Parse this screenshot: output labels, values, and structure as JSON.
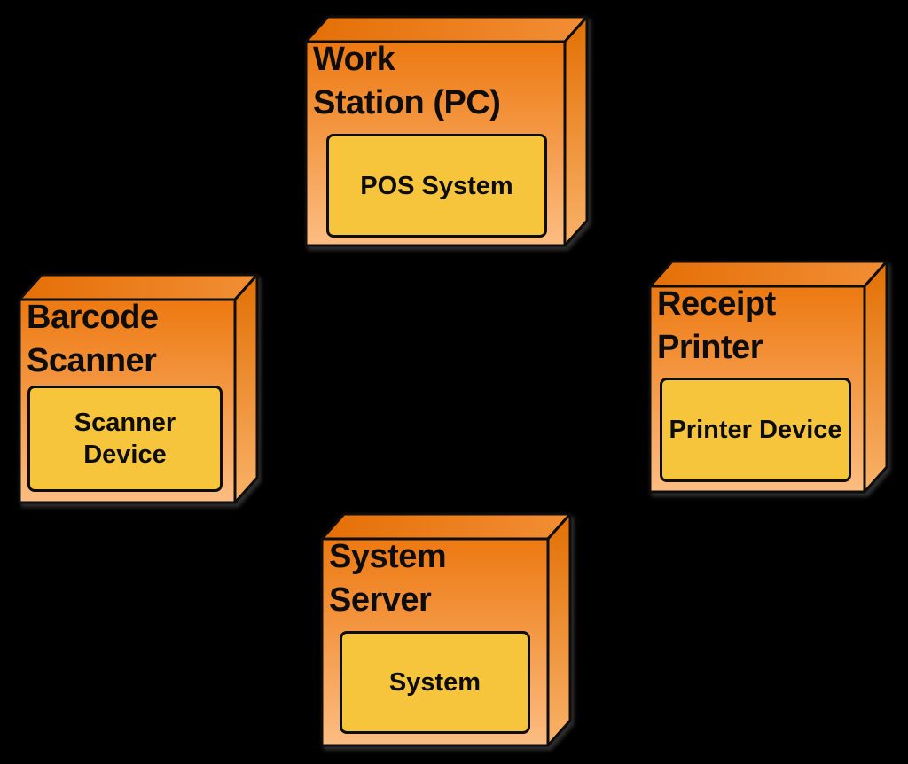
{
  "diagram": {
    "kind": "uml-deployment-diagram",
    "background_color": "#000000",
    "node_border_color": "#0d0d0d",
    "node_face_gradient_top": "#ed7911",
    "node_face_gradient_bottom": "#fcbd82",
    "node_top_face_gradient": [
      "#e56f06",
      "#f28e35"
    ],
    "node_side_face_gradient": [
      "#e26f04",
      "#f9b268"
    ],
    "component_fill_color": "#f7c53b",
    "text_color": "#0d0d0d"
  },
  "nodes": [
    {
      "id": "workstation",
      "title": "Work\nStation (PC)",
      "component": "POS System"
    },
    {
      "id": "barcode-scanner",
      "title": "Barcode\nScanner",
      "component": "Scanner\nDevice"
    },
    {
      "id": "receipt-printer",
      "title": "Receipt\nPrinter",
      "component": "Printer Device"
    },
    {
      "id": "system-server",
      "title": "System\nServer",
      "component": "System"
    }
  ]
}
